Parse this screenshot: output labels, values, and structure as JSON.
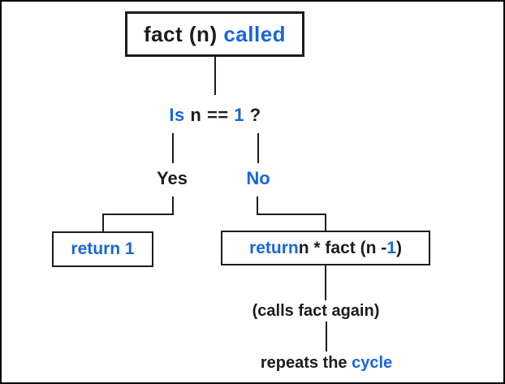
{
  "colors": {
    "accent_blue": "#1766df",
    "text_black": "#1c1c1c"
  },
  "flowchart": {
    "title_box": {
      "name_part": "fact (n)",
      "called_part": "called"
    },
    "decision": {
      "is_word": "Is",
      "middle": "n ==",
      "value": "1",
      "qmark": "?"
    },
    "branches": {
      "yes_label": "Yes",
      "no_label": "No"
    },
    "yes_box": {
      "label": "return 1"
    },
    "no_box": {
      "return_word": "return",
      "middle": "n * fact (n -",
      "value": "1",
      "close_paren": ")"
    },
    "notes": {
      "calls_again": "(calls fact again)",
      "repeats_prefix": "repeats the",
      "repeats_highlight": "cycle"
    }
  }
}
